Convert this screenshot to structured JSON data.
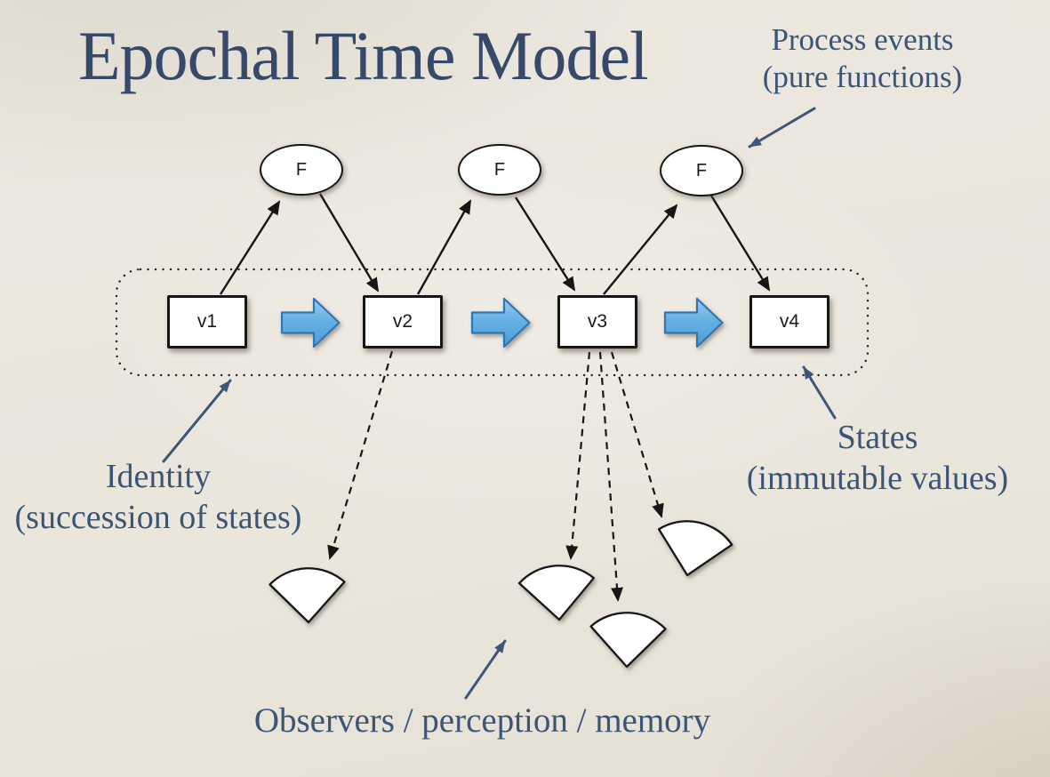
{
  "slide": {
    "title": "Epochal Time Model"
  },
  "annotations": {
    "process_events": {
      "line1": "Process events",
      "line2": "(pure functions)"
    },
    "identity": {
      "line1": "Identity",
      "line2": "(succession of states)"
    },
    "states": {
      "line1": "States",
      "line2": "(immutable values)"
    },
    "observers": {
      "label": "Observers / perception / memory"
    }
  },
  "diagram": {
    "process_nodes": [
      {
        "label": "F"
      },
      {
        "label": "F"
      },
      {
        "label": "F"
      }
    ],
    "state_nodes": [
      {
        "label": "v1"
      },
      {
        "label": "v2"
      },
      {
        "label": "v3"
      },
      {
        "label": "v4"
      }
    ],
    "observer_count": 4,
    "process_edges": [
      [
        "v1",
        "F"
      ],
      [
        "F",
        "v2"
      ],
      [
        "v2",
        "F"
      ],
      [
        "F",
        "v3"
      ],
      [
        "v3",
        "F"
      ],
      [
        "F",
        "v4"
      ]
    ],
    "observation_edges": [
      [
        "v2",
        "observer-1"
      ],
      [
        "v3",
        "observer-2"
      ],
      [
        "v3",
        "observer-3"
      ],
      [
        "v3",
        "observer-4"
      ]
    ]
  },
  "colors": {
    "background": "#ebe7de",
    "title_text": "#36496a",
    "annotation_text": "#3b5577",
    "annotation_arrow": "#3e5678",
    "node_stroke": "#161616",
    "node_fill": "#ffffff",
    "flow_arrow_fill_top": "#98ccf2",
    "flow_arrow_fill_bottom": "#4e9bd6",
    "flow_arrow_stroke": "#2d76b6"
  }
}
